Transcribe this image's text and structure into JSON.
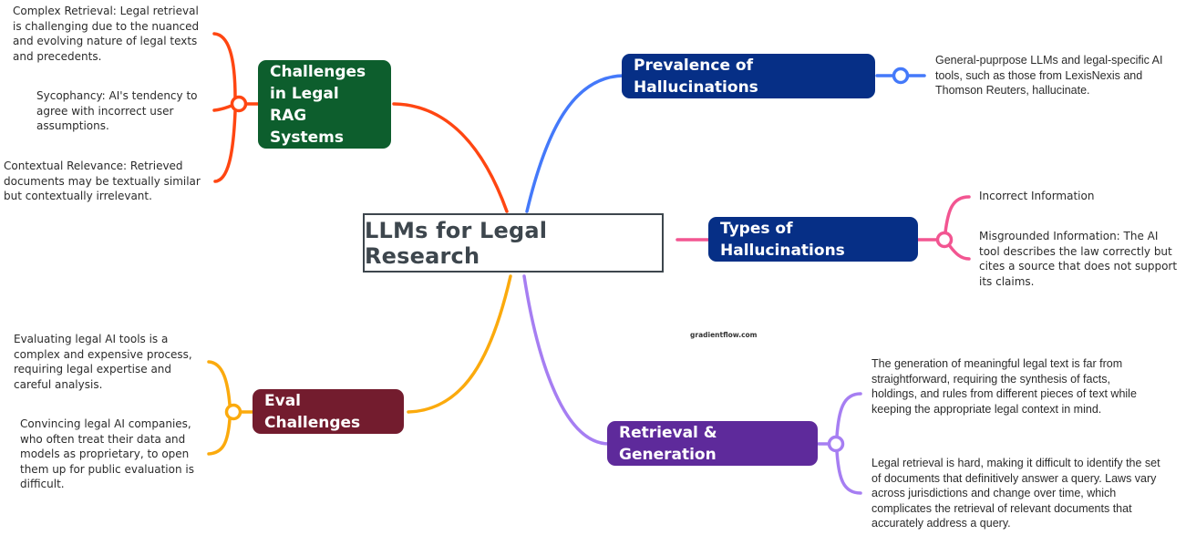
{
  "central": {
    "label": "LLMs for Legal Research"
  },
  "watermark": "gradientflow.com",
  "topics": {
    "challenges": {
      "label": "Challenges in Legal RAG Systems",
      "color": "#0d5e2d",
      "branch_color": "#ff4612",
      "leaves": [
        "Complex Retrieval: Legal retrieval is challenging due to the nuanced and evolving nature of legal texts and precedents.",
        "Sycophancy: AI's tendency to agree with incorrect user assumptions.",
        "Contextual Relevance: Retrieved documents may be textually similar but contextually irrelevant."
      ]
    },
    "prevalence": {
      "label": "Prevalence of Hallucinations",
      "color": "#062f86",
      "branch_color": "#4479fa",
      "leaves": [
        "General-puprpose LLMs and legal-specific AI tools, such as those from LexisNexis and Thomson Reuters, hallucinate."
      ]
    },
    "types": {
      "label": "Types of Hallucinations",
      "color": "#062f86",
      "branch_color": "#f25591",
      "leaves": [
        "Incorrect Information",
        "Misgrounded Information: The AI tool describes the law correctly but cites a source that does not support its claims."
      ]
    },
    "eval": {
      "label": "Eval Challenges",
      "color": "#731c2e",
      "branch_color": "#fbaa0d",
      "leaves": [
        "Evaluating legal AI tools is a complex and expensive process, requiring legal expertise and careful analysis.",
        "Convincing legal AI companies, who often treat their data and models as proprietary, to open them up for public evaluation is difficult."
      ]
    },
    "retrieval": {
      "label": "Retrieval & Generation",
      "color": "#5e2a9b",
      "branch_color": "#a67ef2",
      "leaves": [
        "The generation of meaningful legal text is far from straightforward, requiring the synthesis of facts, holdings, and rules from different pieces of text while keeping the appropriate legal context in mind.",
        "Legal retrieval is hard, making it difficult to identify the set of documents that definitively answer a query. Laws vary across jurisdictions and change over time, which complicates the retrieval of relevant documents that accurately address a query."
      ]
    }
  }
}
